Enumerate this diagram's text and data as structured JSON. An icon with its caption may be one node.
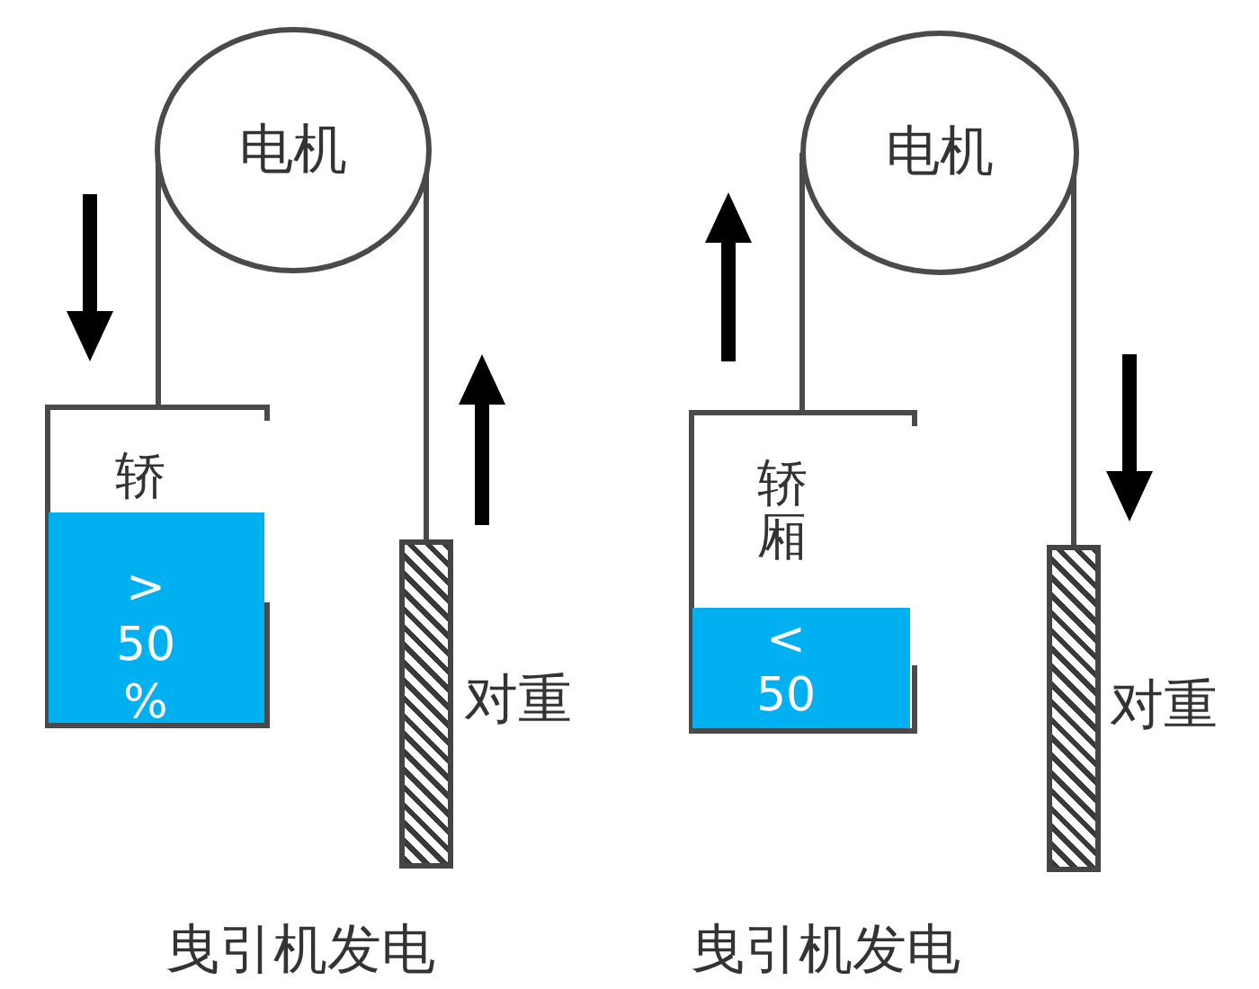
{
  "diagram": {
    "nodes": [
      {
        "text": [
          "电机"
        ]
      },
      {
        "text": [
          "轿"
        ]
      },
      {
        "text": [
          "> 50 %"
        ],
        "in": 1
      },
      {
        "text": [],
        "shape": "bar",
        "beside": [
          "对重"
        ]
      },
      {
        "text": [
          "电机"
        ]
      },
      {
        "text": [
          "轿厢"
        ]
      },
      {
        "text": [
          "< 50"
        ],
        "in": 5
      },
      {
        "text": [],
        "shape": "bar",
        "beside": [
          "对重"
        ]
      }
    ],
    "edges": [
      {
        "from": 1,
        "to": 0,
        "arrow": "none"
      },
      {
        "from": 0,
        "to": 3,
        "arrow": "none"
      },
      {
        "from": 5,
        "to": 4,
        "arrow": "none"
      },
      {
        "from": 4,
        "to": 7,
        "arrow": "none"
      }
    ],
    "labels": [
      "曳引机发电",
      "曳引机发电"
    ]
  }
}
